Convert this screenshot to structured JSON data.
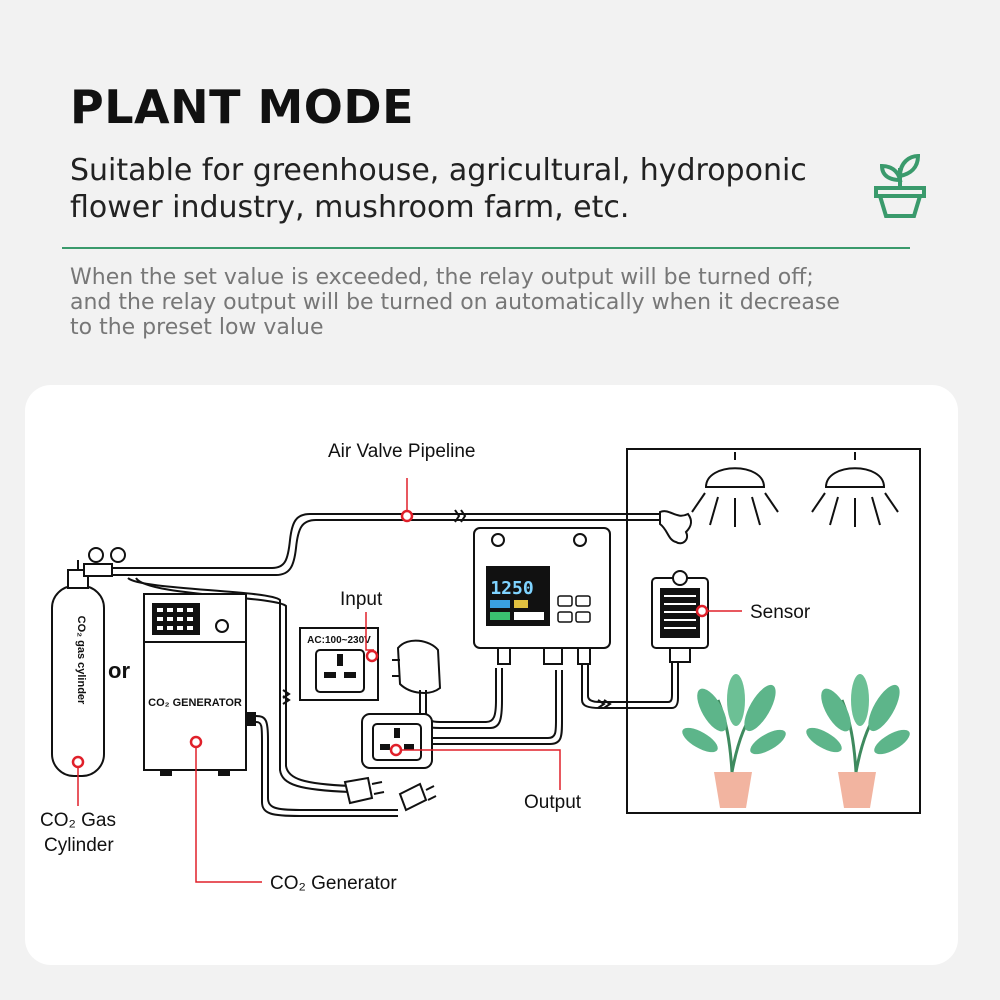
{
  "header": {
    "title": "PLANT MODE",
    "subtitle_line1": "Suitable for greenhouse, agricultural, hydroponic",
    "subtitle_line2": "flower industry, mushroom farm, etc.",
    "desc_line1": "When the set value is exceeded, the relay output will be turned off;",
    "desc_line2": "and the relay output will be turned on automatically when it decrease",
    "desc_line3": "to the preset low value",
    "icon": "potted-plant-icon",
    "accent_color": "#3a9a6c"
  },
  "diagram": {
    "labels": {
      "air_valve": "Air Valve Pipeline",
      "input": "Input",
      "sensor": "Sensor",
      "output": "Output",
      "or": "or",
      "co2_gas_cylinder_l1": "CO₂ Gas",
      "co2_gas_cylinder_l2": "Cylinder",
      "co2_generator": "CO₂ Generator",
      "cylinder_text": "CO₂ gas cylinder",
      "generator_text": "CO₂ GENERATOR",
      "socket_text": "AC:100~230V",
      "display_value": "1250"
    },
    "marker_color": "#e0202a",
    "leaf_color": "#5db58a",
    "pot_color": "#f2b4a0"
  }
}
